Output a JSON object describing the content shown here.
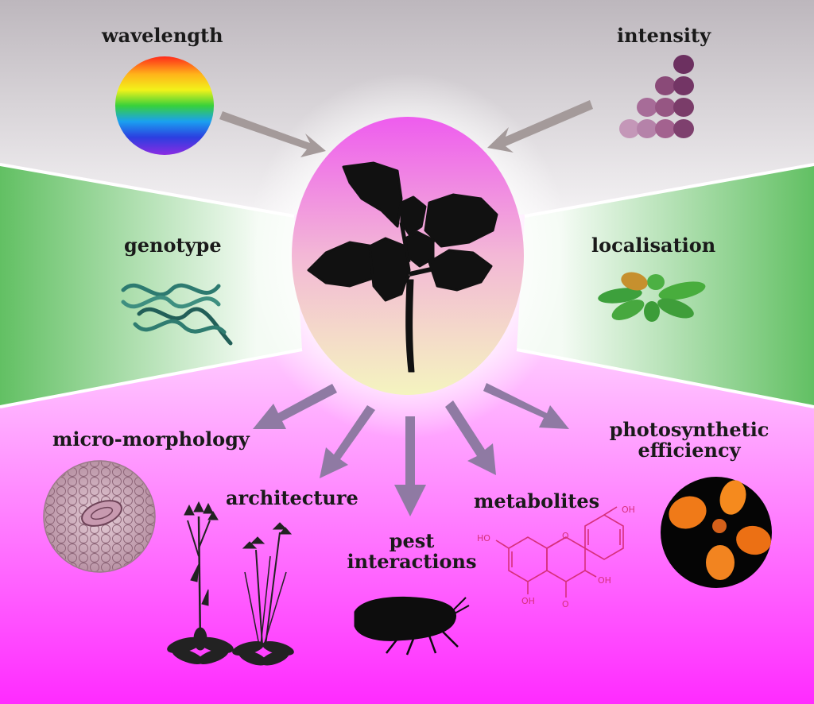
{
  "diagram": {
    "inputs": {
      "wavelength": "wavelength",
      "intensity": "intensity"
    },
    "modifiers": {
      "genotype": "genotype",
      "localisation": "localisation"
    },
    "outputs": {
      "micro_morphology": "micro-morphology",
      "architecture": "architecture",
      "pest_interactions_line1": "pest",
      "pest_interactions_line2": "interactions",
      "metabolites": "metabolites",
      "photosynthetic_line1": "photosynthetic",
      "photosynthetic_line2": "efficiency"
    },
    "metabolite_labels": {
      "oh_top_right": "OH",
      "oh_left": "HO",
      "oh_bottom": "OH",
      "oh_right": "OH",
      "oxygen": "O"
    }
  },
  "colors": {
    "top_band": "#c7c2c7",
    "green_band": "#6cc36e",
    "pink_bottom": "#ff33ff",
    "arrow_grey": "#a49a9a",
    "arrow_purple": "#8f7aa3",
    "chem_red": "#d6307a"
  },
  "icons": {
    "center": "plant-silhouette-icon",
    "wavelength": "rainbow-sphere-icon",
    "intensity": "stacked-dots-icon",
    "genotype": "dna-helix-icon",
    "localisation": "rosette-leaves-icon",
    "micro_morphology": "microscopy-section-icon",
    "architecture": "flowering-plants-icon",
    "pest_interactions": "insect-silhouette-icon",
    "metabolites": "flavonoid-structure-icon",
    "photosynthetic_efficiency": "fluorescence-plant-icon"
  }
}
